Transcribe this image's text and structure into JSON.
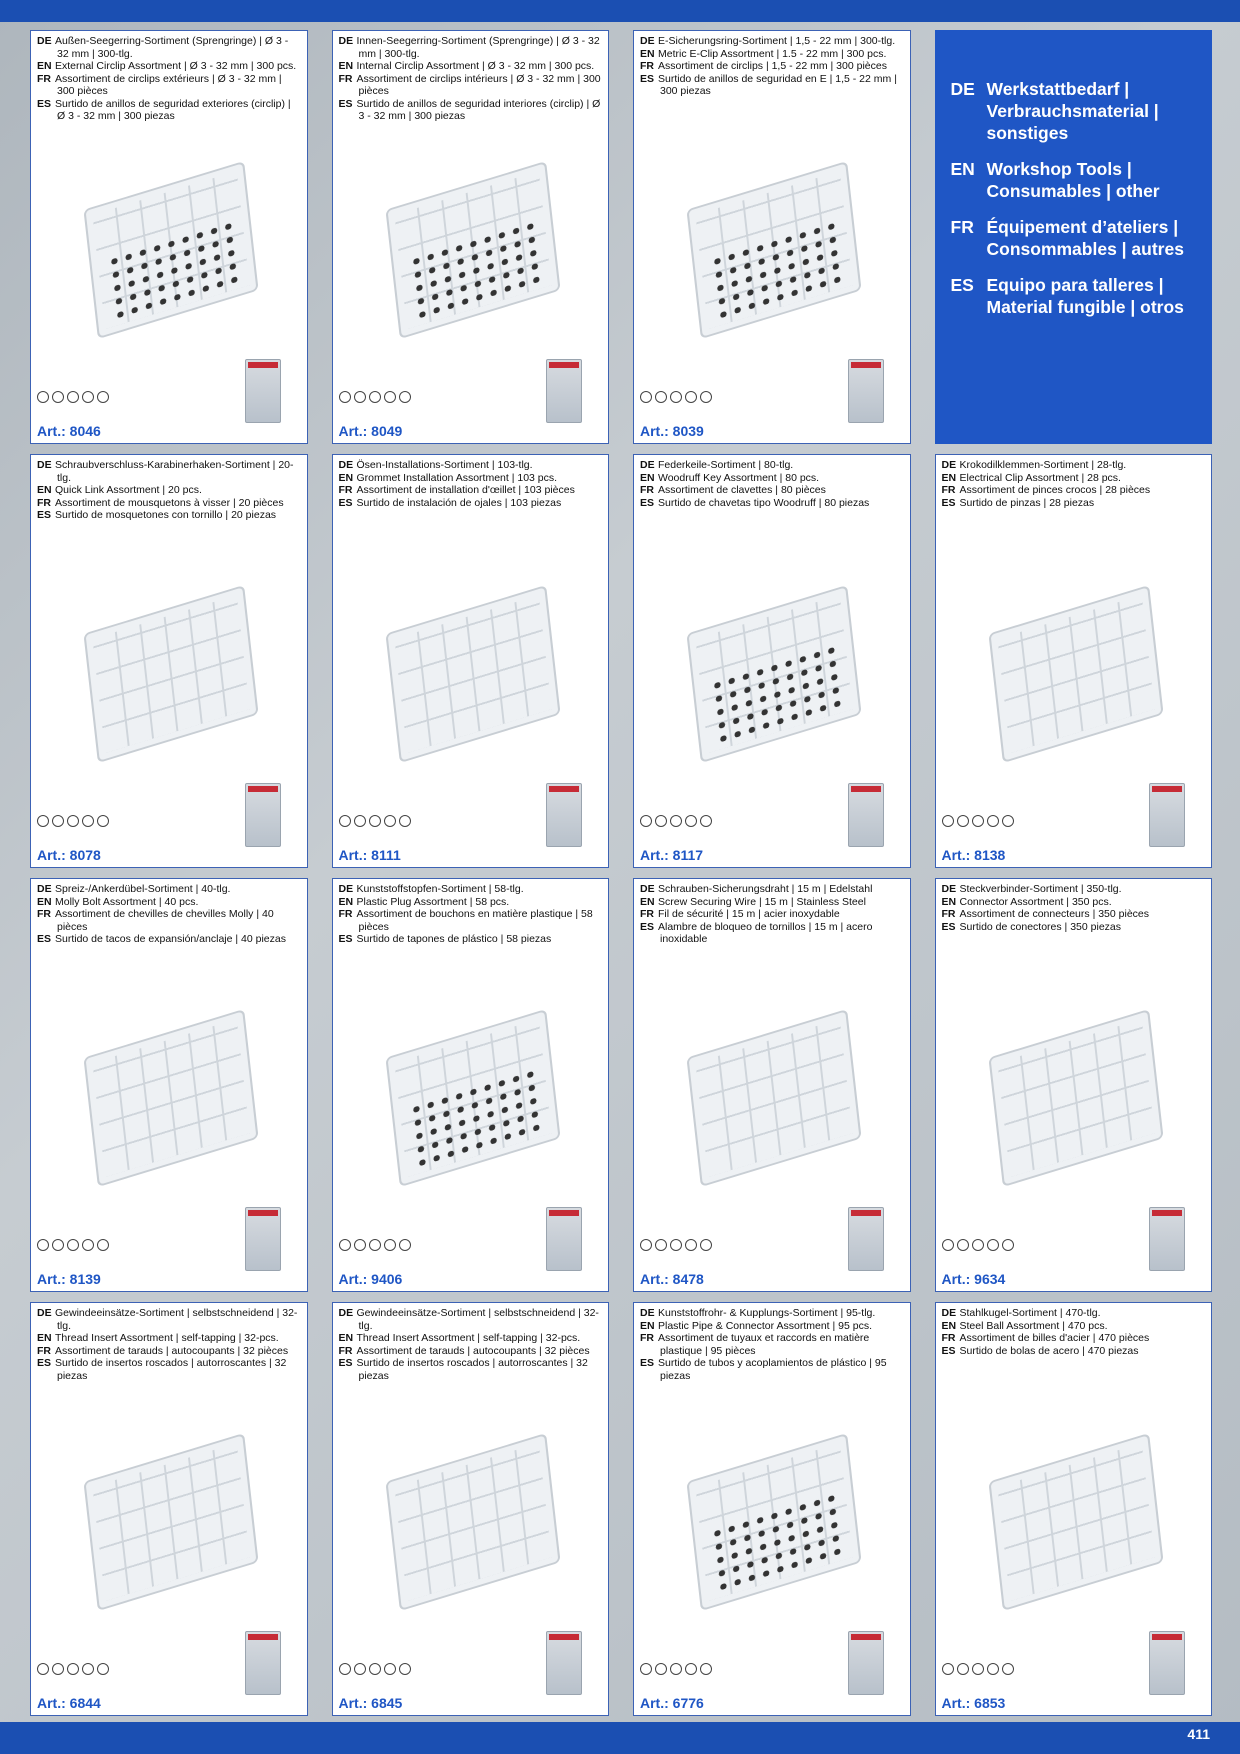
{
  "page_number": "411",
  "category": {
    "items": [
      {
        "code": "DE",
        "text": "Werkstattbedarf | Verbrauchsmaterial | sonstiges"
      },
      {
        "code": "EN",
        "text": "Workshop Tools | Consumables | other"
      },
      {
        "code": "FR",
        "text": "Équipement d’ateliers | Consommables | autres"
      },
      {
        "code": "ES",
        "text": "Equipo para talleres | Material fungible | otros"
      }
    ]
  },
  "products": [
    {
      "art": "Art.: 8046",
      "lines": [
        {
          "code": "DE",
          "text": "Außen-Seegerring-Sortiment (Sprengringe) | Ø 3 - 32 mm | 300-tlg."
        },
        {
          "code": "EN",
          "text": "External Circlip Assortment | Ø 3 - 32 mm | 300 pcs."
        },
        {
          "code": "FR",
          "text": "Assortiment de circlips extérieurs | Ø 3 - 32 mm | 300 pièces"
        },
        {
          "code": "ES",
          "text": "Surtido de anillos de seguridad exteriores (circlip) | Ø 3 - 32 mm | 300 piezas"
        }
      ]
    },
    {
      "art": "Art.: 8049",
      "lines": [
        {
          "code": "DE",
          "text": "Innen-Seegerring-Sortiment (Sprengringe) | Ø 3 - 32 mm | 300-tlg."
        },
        {
          "code": "EN",
          "text": "Internal Circlip Assortment | Ø 3 - 32 mm | 300 pcs."
        },
        {
          "code": "FR",
          "text": "Assortiment de circlips intérieurs | Ø 3 - 32 mm | 300 pièces"
        },
        {
          "code": "ES",
          "text": "Surtido de anillos de seguridad interiores (circlip) | Ø 3 - 32 mm | 300 piezas"
        }
      ]
    },
    {
      "art": "Art.: 8039",
      "lines": [
        {
          "code": "DE",
          "text": "E-Sicherungsring-Sortiment | 1,5 - 22 mm | 300-tlg."
        },
        {
          "code": "EN",
          "text": "Metric E-Clip Assortment | 1.5 - 22 mm | 300 pcs."
        },
        {
          "code": "FR",
          "text": "Assortiment de circlips | 1,5 - 22 mm | 300 pièces"
        },
        {
          "code": "ES",
          "text": "Surtido de anillos de seguridad en E | 1,5 - 22 mm | 300 piezas"
        }
      ]
    },
    {
      "art": "Art.: 8078",
      "lines": [
        {
          "code": "DE",
          "text": "Schraubverschluss-Karabinerhaken-Sortiment | 20-tlg."
        },
        {
          "code": "EN",
          "text": "Quick Link Assortment | 20 pcs."
        },
        {
          "code": "FR",
          "text": "Assortiment de mousquetons à visser | 20 pièces"
        },
        {
          "code": "ES",
          "text": "Surtido de mosquetones con tornillo | 20 piezas"
        }
      ]
    },
    {
      "art": "Art.: 8111",
      "lines": [
        {
          "code": "DE",
          "text": "Ösen-Installations-Sortiment | 103-tlg."
        },
        {
          "code": "EN",
          "text": "Grommet Installation Assortment | 103 pcs."
        },
        {
          "code": "FR",
          "text": "Assortiment de installation d'œillet | 103 pièces"
        },
        {
          "code": "ES",
          "text": "Surtido de instalación de ojales | 103 piezas"
        }
      ]
    },
    {
      "art": "Art.: 8117",
      "lines": [
        {
          "code": "DE",
          "text": "Federkeile-Sortiment | 80-tlg."
        },
        {
          "code": "EN",
          "text": "Woodruff Key Assortment | 80 pcs."
        },
        {
          "code": "FR",
          "text": "Assortiment de clavettes | 80 pièces"
        },
        {
          "code": "ES",
          "text": "Surtido de chavetas tipo Woodruff | 80 piezas"
        }
      ]
    },
    {
      "art": "Art.: 8138",
      "lines": [
        {
          "code": "DE",
          "text": "Krokodilklemmen-Sortiment | 28-tlg."
        },
        {
          "code": "EN",
          "text": "Electrical Clip Assortment | 28 pcs."
        },
        {
          "code": "FR",
          "text": "Assortiment de pinces crocos | 28 pièces"
        },
        {
          "code": "ES",
          "text": "Surtido de pinzas | 28 piezas"
        }
      ]
    },
    {
      "art": "Art.: 8139",
      "lines": [
        {
          "code": "DE",
          "text": "Spreiz-/Ankerdübel-Sortiment | 40-tlg."
        },
        {
          "code": "EN",
          "text": "Molly Bolt Assortment | 40 pcs."
        },
        {
          "code": "FR",
          "text": "Assortiment de chevilles de chevilles Molly | 40 pièces"
        },
        {
          "code": "ES",
          "text": "Surtido de tacos de expansión/anclaje | 40 piezas"
        }
      ]
    },
    {
      "art": "Art.: 9406",
      "lines": [
        {
          "code": "DE",
          "text": "Kunststoffstopfen-Sortiment | 58-tlg."
        },
        {
          "code": "EN",
          "text": "Plastic Plug Assortment | 58 pcs."
        },
        {
          "code": "FR",
          "text": "Assortiment de bouchons en matière plastique | 58 pièces"
        },
        {
          "code": "ES",
          "text": "Surtido de tapones de plástico | 58 piezas"
        }
      ]
    },
    {
      "art": "Art.: 8478",
      "lines": [
        {
          "code": "DE",
          "text": "Schrauben-Sicherungsdraht | 15 m | Edelstahl"
        },
        {
          "code": "EN",
          "text": "Screw Securing Wire | 15 m | Stainless Steel"
        },
        {
          "code": "FR",
          "text": "Fil de sécurité | 15 m | acier inoxydable"
        },
        {
          "code": "ES",
          "text": "Alambre de bloqueo de tornillos | 15 m | acero inoxidable"
        }
      ]
    },
    {
      "art": "Art.: 9634",
      "lines": [
        {
          "code": "DE",
          "text": "Steckverbinder-Sortiment | 350-tlg."
        },
        {
          "code": "EN",
          "text": "Connector Assortment | 350 pcs."
        },
        {
          "code": "FR",
          "text": "Assortiment de connecteurs | 350 pièces"
        },
        {
          "code": "ES",
          "text": "Surtido de conectores | 350 piezas"
        }
      ]
    },
    {
      "art": "Art.: 6844",
      "lines": [
        {
          "code": "DE",
          "text": "Gewindeeinsätze-Sortiment | selbstschneidend | 32-tlg."
        },
        {
          "code": "EN",
          "text": "Thread Insert Assortment | self-tapping | 32-pcs."
        },
        {
          "code": "FR",
          "text": "Assortiment de tarauds | autocoupants | 32 pièces"
        },
        {
          "code": "ES",
          "text": "Surtido de insertos roscados | autorroscantes | 32 piezas"
        }
      ]
    },
    {
      "art": "Art.: 6845",
      "lines": [
        {
          "code": "DE",
          "text": "Gewindeeinsätze-Sortiment | selbstschneidend | 32-tlg."
        },
        {
          "code": "EN",
          "text": "Thread Insert Assortment | self-tapping | 32-pcs."
        },
        {
          "code": "FR",
          "text": "Assortiment de tarauds | autocoupants | 32 pièces"
        },
        {
          "code": "ES",
          "text": "Surtido de insertos roscados | autorroscantes | 32 piezas"
        }
      ]
    },
    {
      "art": "Art.: 6776",
      "lines": [
        {
          "code": "DE",
          "text": "Kunststoffrohr- & Kupplungs-Sortiment | 95-tlg."
        },
        {
          "code": "EN",
          "text": "Plastic Pipe & Connector Assortment | 95 pcs."
        },
        {
          "code": "FR",
          "text": "Assortiment de tuyaux et raccords en matière plastique | 95 pièces"
        },
        {
          "code": "ES",
          "text": "Surtido de tubos y acoplamientos de plástico | 95 piezas"
        }
      ]
    },
    {
      "art": "Art.: 6853",
      "lines": [
        {
          "code": "DE",
          "text": "Stahlkugel-Sortiment | 470-tlg."
        },
        {
          "code": "EN",
          "text": "Steel Ball Assortment | 470 pcs."
        },
        {
          "code": "FR",
          "text": "Assortiment de billes d'acier | 470 pièces"
        },
        {
          "code": "ES",
          "text": "Surtido de bolas de acero | 470 piezas"
        }
      ]
    }
  ],
  "colors": {
    "brand_blue": "#1f56c5",
    "bar_blue": "#1b4fb2",
    "card_border": "#3c62b5"
  }
}
